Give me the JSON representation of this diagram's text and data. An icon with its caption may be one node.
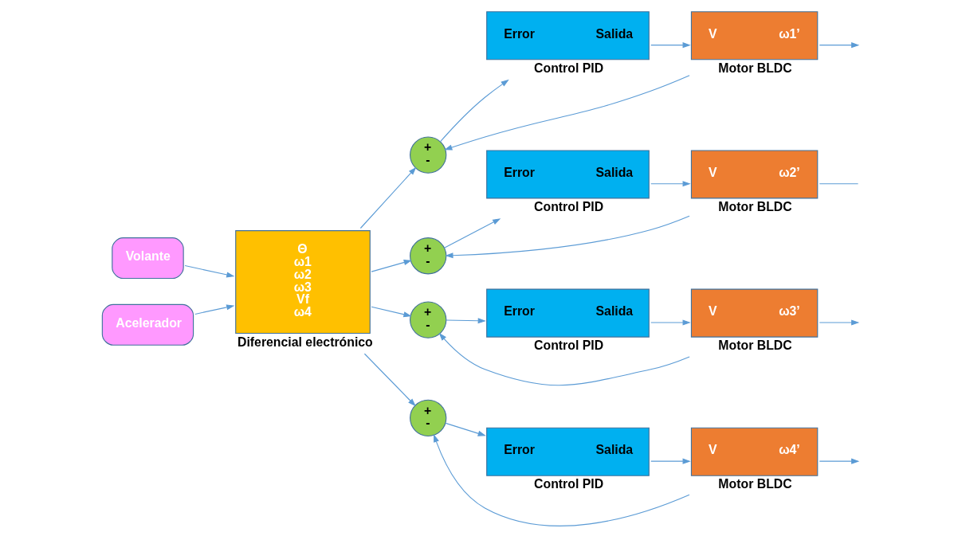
{
  "diagram": {
    "nodes": [
      {
        "text": [
          "Volante"
        ]
      },
      {
        "text": [
          "Acelerador"
        ]
      },
      {
        "text": [
          "Θ",
          "ω1",
          "ω2",
          "ω3",
          "Vf",
          "ω4"
        ],
        "beside": [
          "Diferencial electrónico"
        ]
      },
      {
        "text": [
          "+",
          "-"
        ]
      },
      {
        "text": [
          "Error",
          "Salida"
        ],
        "beside": [
          "Control PID"
        ]
      },
      {
        "text": [
          "V",
          "ω1’"
        ],
        "beside": [
          "Motor BLDC"
        ]
      },
      {
        "text": [
          "+",
          "-"
        ]
      },
      {
        "text": [
          "Error",
          "Salida"
        ],
        "beside": [
          "Control PID"
        ]
      },
      {
        "text": [
          "V",
          "ω2’"
        ],
        "beside": [
          "Motor BLDC"
        ]
      },
      {
        "text": [
          "+",
          "-"
        ]
      },
      {
        "text": [
          "Error",
          "Salida"
        ],
        "beside": [
          "Control PID"
        ]
      },
      {
        "text": [
          "V",
          "ω3’"
        ],
        "beside": [
          "Motor BLDC"
        ]
      },
      {
        "text": [
          "+",
          "-"
        ]
      },
      {
        "text": [
          "Error",
          "Salida"
        ],
        "beside": [
          "Control PID"
        ]
      },
      {
        "text": [
          "V",
          "ω4’"
        ],
        "beside": [
          "Motor BLDC"
        ]
      }
    ],
    "edges": [
      {
        "from": 0,
        "to": 2,
        "arrow": "to"
      },
      {
        "from": 1,
        "to": 2,
        "arrow": "to"
      },
      {
        "from": 2,
        "to": 3,
        "arrow": "to"
      },
      {
        "from": 3,
        "to": 4,
        "arrow": "to"
      },
      {
        "from": 4,
        "to": 5,
        "arrow": "to"
      },
      {
        "from": 5,
        "to": null,
        "arrow": "to"
      },
      {
        "from": 5,
        "to": 3,
        "arrow": "to"
      },
      {
        "from": 2,
        "to": 6,
        "arrow": "to"
      },
      {
        "from": 6,
        "to": 7,
        "arrow": "to"
      },
      {
        "from": 7,
        "to": 8,
        "arrow": "to"
      },
      {
        "from": 8,
        "to": null,
        "arrow": "none"
      },
      {
        "from": 8,
        "to": 6,
        "arrow": "to"
      },
      {
        "from": 2,
        "to": 9,
        "arrow": "to"
      },
      {
        "from": 9,
        "to": 10,
        "arrow": "to"
      },
      {
        "from": 10,
        "to": 11,
        "arrow": "to"
      },
      {
        "from": 11,
        "to": null,
        "arrow": "to"
      },
      {
        "from": 11,
        "to": 9,
        "arrow": "to"
      },
      {
        "from": 2,
        "to": 12,
        "arrow": "to"
      },
      {
        "from": 12,
        "to": 13,
        "arrow": "to"
      },
      {
        "from": 13,
        "to": 14,
        "arrow": "to"
      },
      {
        "from": 14,
        "to": null,
        "arrow": "to"
      },
      {
        "from": 14,
        "to": 12,
        "arrow": "to"
      }
    ]
  }
}
